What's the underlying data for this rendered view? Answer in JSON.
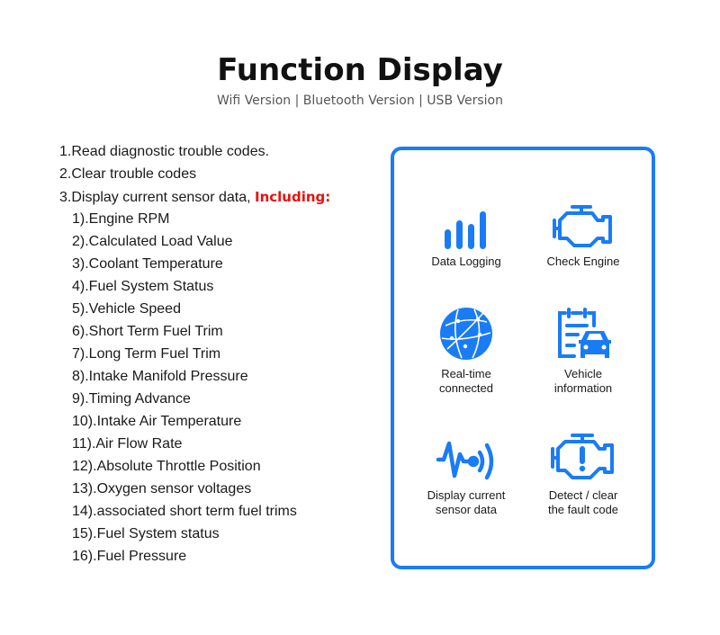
{
  "header": {
    "title": "Function Display",
    "subtitle": "Wifi Version | Bluetooth Version | USB Version"
  },
  "features": {
    "items": [
      "1.Read diagnostic trouble codes.",
      "2.Clear trouble codes"
    ],
    "item3_prefix": "3.Display current sensor data, ",
    "item3_highlight": "Including:",
    "highlight_color": "#e81010",
    "sensor_data": [
      "1).Engine RPM",
      "2).Calculated Load Value",
      "3).Coolant Temperature",
      "4).Fuel System Status",
      "5).Vehicle Speed",
      "6).Short Term Fuel Trim",
      "7).Long Term Fuel Trim",
      "8).Intake Manifold Pressure",
      "9).Timing Advance",
      "10).Intake Air Temperature",
      "11).Air Flow Rate",
      "12).Absolute Throttle Position",
      "13).Oxygen sensor voltages",
      "14).associated short term fuel trims",
      "15).Fuel System status",
      "16).Fuel Pressure"
    ]
  },
  "panel": {
    "accent_color": "#1a7cf5",
    "cells": [
      {
        "icon": "bar-chart-icon",
        "line1": "Data Logging",
        "line2": ""
      },
      {
        "icon": "engine-icon",
        "line1": "Check Engine",
        "line2": ""
      },
      {
        "icon": "globe-network-icon",
        "line1": "Real-time",
        "line2": "connected"
      },
      {
        "icon": "clipboard-car-icon",
        "line1": "Vehicle",
        "line2": "information"
      },
      {
        "icon": "signal-wave-icon",
        "line1": "Display current",
        "line2": "sensor data"
      },
      {
        "icon": "engine-warning-icon",
        "line1": "Detect / clear",
        "line2": "the fault code"
      }
    ]
  }
}
